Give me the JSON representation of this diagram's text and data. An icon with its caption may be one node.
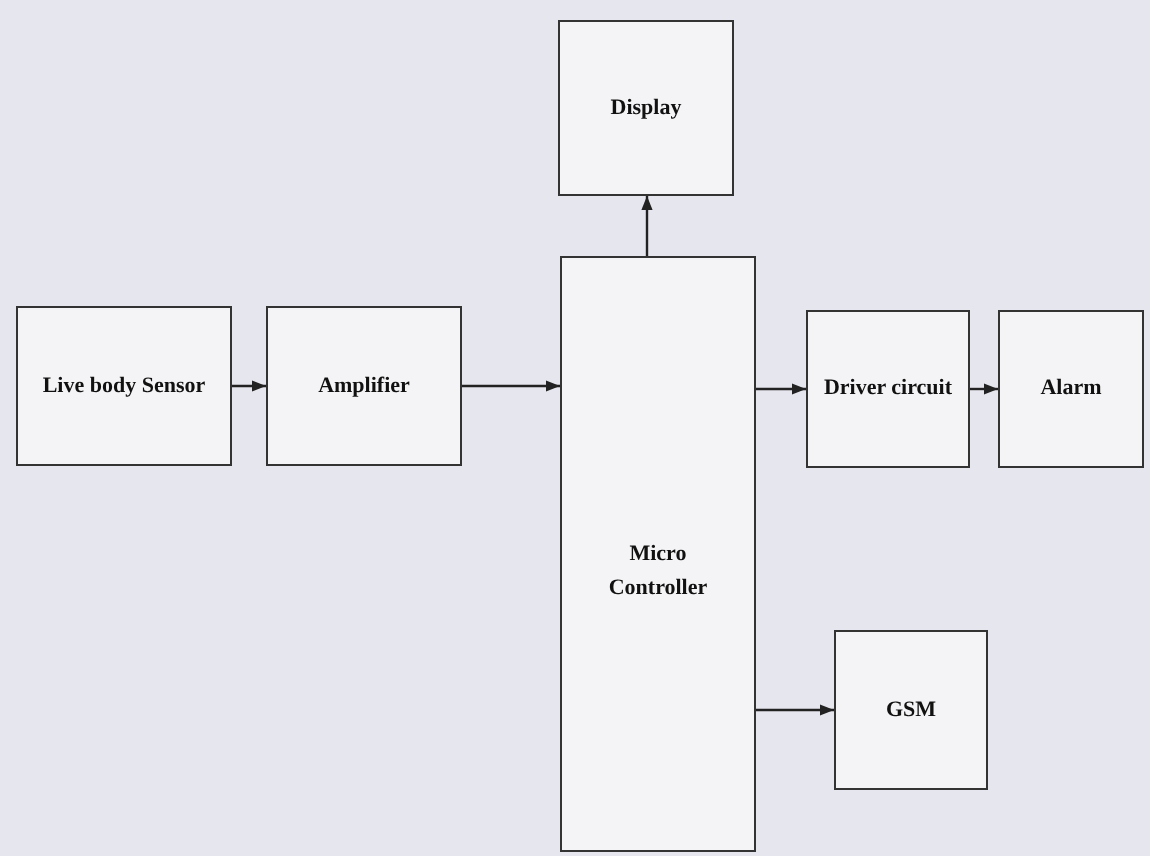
{
  "diagram": {
    "nodes": [
      {
        "text": [
          "Live body Sensor"
        ]
      },
      {
        "text": [
          "Amplifier"
        ]
      },
      {
        "text": [
          "Micro Controller"
        ]
      },
      {
        "text": [
          "Display"
        ]
      },
      {
        "text": [
          "Driver circuit"
        ]
      },
      {
        "text": [
          "Alarm"
        ]
      },
      {
        "text": [
          "GSM"
        ]
      }
    ],
    "edges": [
      {
        "from": 0,
        "to": 1,
        "arrow": "to"
      },
      {
        "from": 1,
        "to": 2,
        "arrow": "to"
      },
      {
        "from": 2,
        "to": 3,
        "arrow": "to"
      },
      {
        "from": 2,
        "to": 4,
        "arrow": "to"
      },
      {
        "from": 4,
        "to": 5,
        "arrow": "to"
      },
      {
        "from": 2,
        "to": 6,
        "arrow": "to"
      }
    ]
  }
}
